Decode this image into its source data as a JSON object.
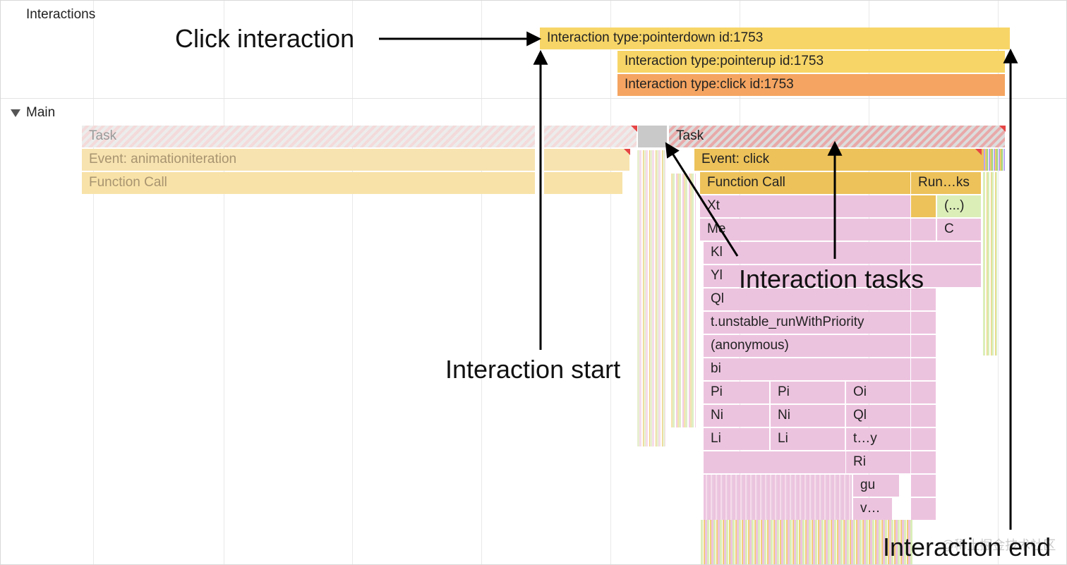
{
  "tracks": {
    "interactions_label": "Interactions",
    "main_label": "Main"
  },
  "interactions": [
    {
      "label": "Interaction type:pointerdown id:1753"
    },
    {
      "label": "Interaction type:pointerup id:1753"
    },
    {
      "label": "Interaction type:click id:1753"
    }
  ],
  "flame": {
    "task1": "Task",
    "task2": "Task",
    "event_anim": "Event: animationiteration",
    "fc_left": "Function Call",
    "event_click": "Event: click",
    "fc_main": "Function Call",
    "run": "Run…ks",
    "xt": "Xt",
    "paren": "(...)",
    "me": "Me",
    "c": "C",
    "kl": "Kl",
    "yl": "Yl",
    "ql": "Ql",
    "unstable": "t.unstable_runWithPriority",
    "anon": "(anonymous)",
    "bi": "bi",
    "pi1": "Pi",
    "pi2": "Pi",
    "oi": "Oi",
    "ni1": "Ni",
    "ni2": "Ni",
    "ql2": "Ql",
    "li1": "Li",
    "li2": "Li",
    "ty": "t…y",
    "ri": "Ri",
    "gu": "gu",
    "v": "v…"
  },
  "annotations": {
    "click_interaction": "Click interaction",
    "interaction_start": "Interaction start",
    "interaction_tasks": "Interaction tasks",
    "interaction_end": "Interaction end"
  },
  "watermark": "@稀土掘金技术社区",
  "colors": {
    "interaction_yellow": "#f7d567",
    "interaction_orange": "#f5a561",
    "function_call": "#edc25a",
    "js_pink": "#ecc3df"
  }
}
